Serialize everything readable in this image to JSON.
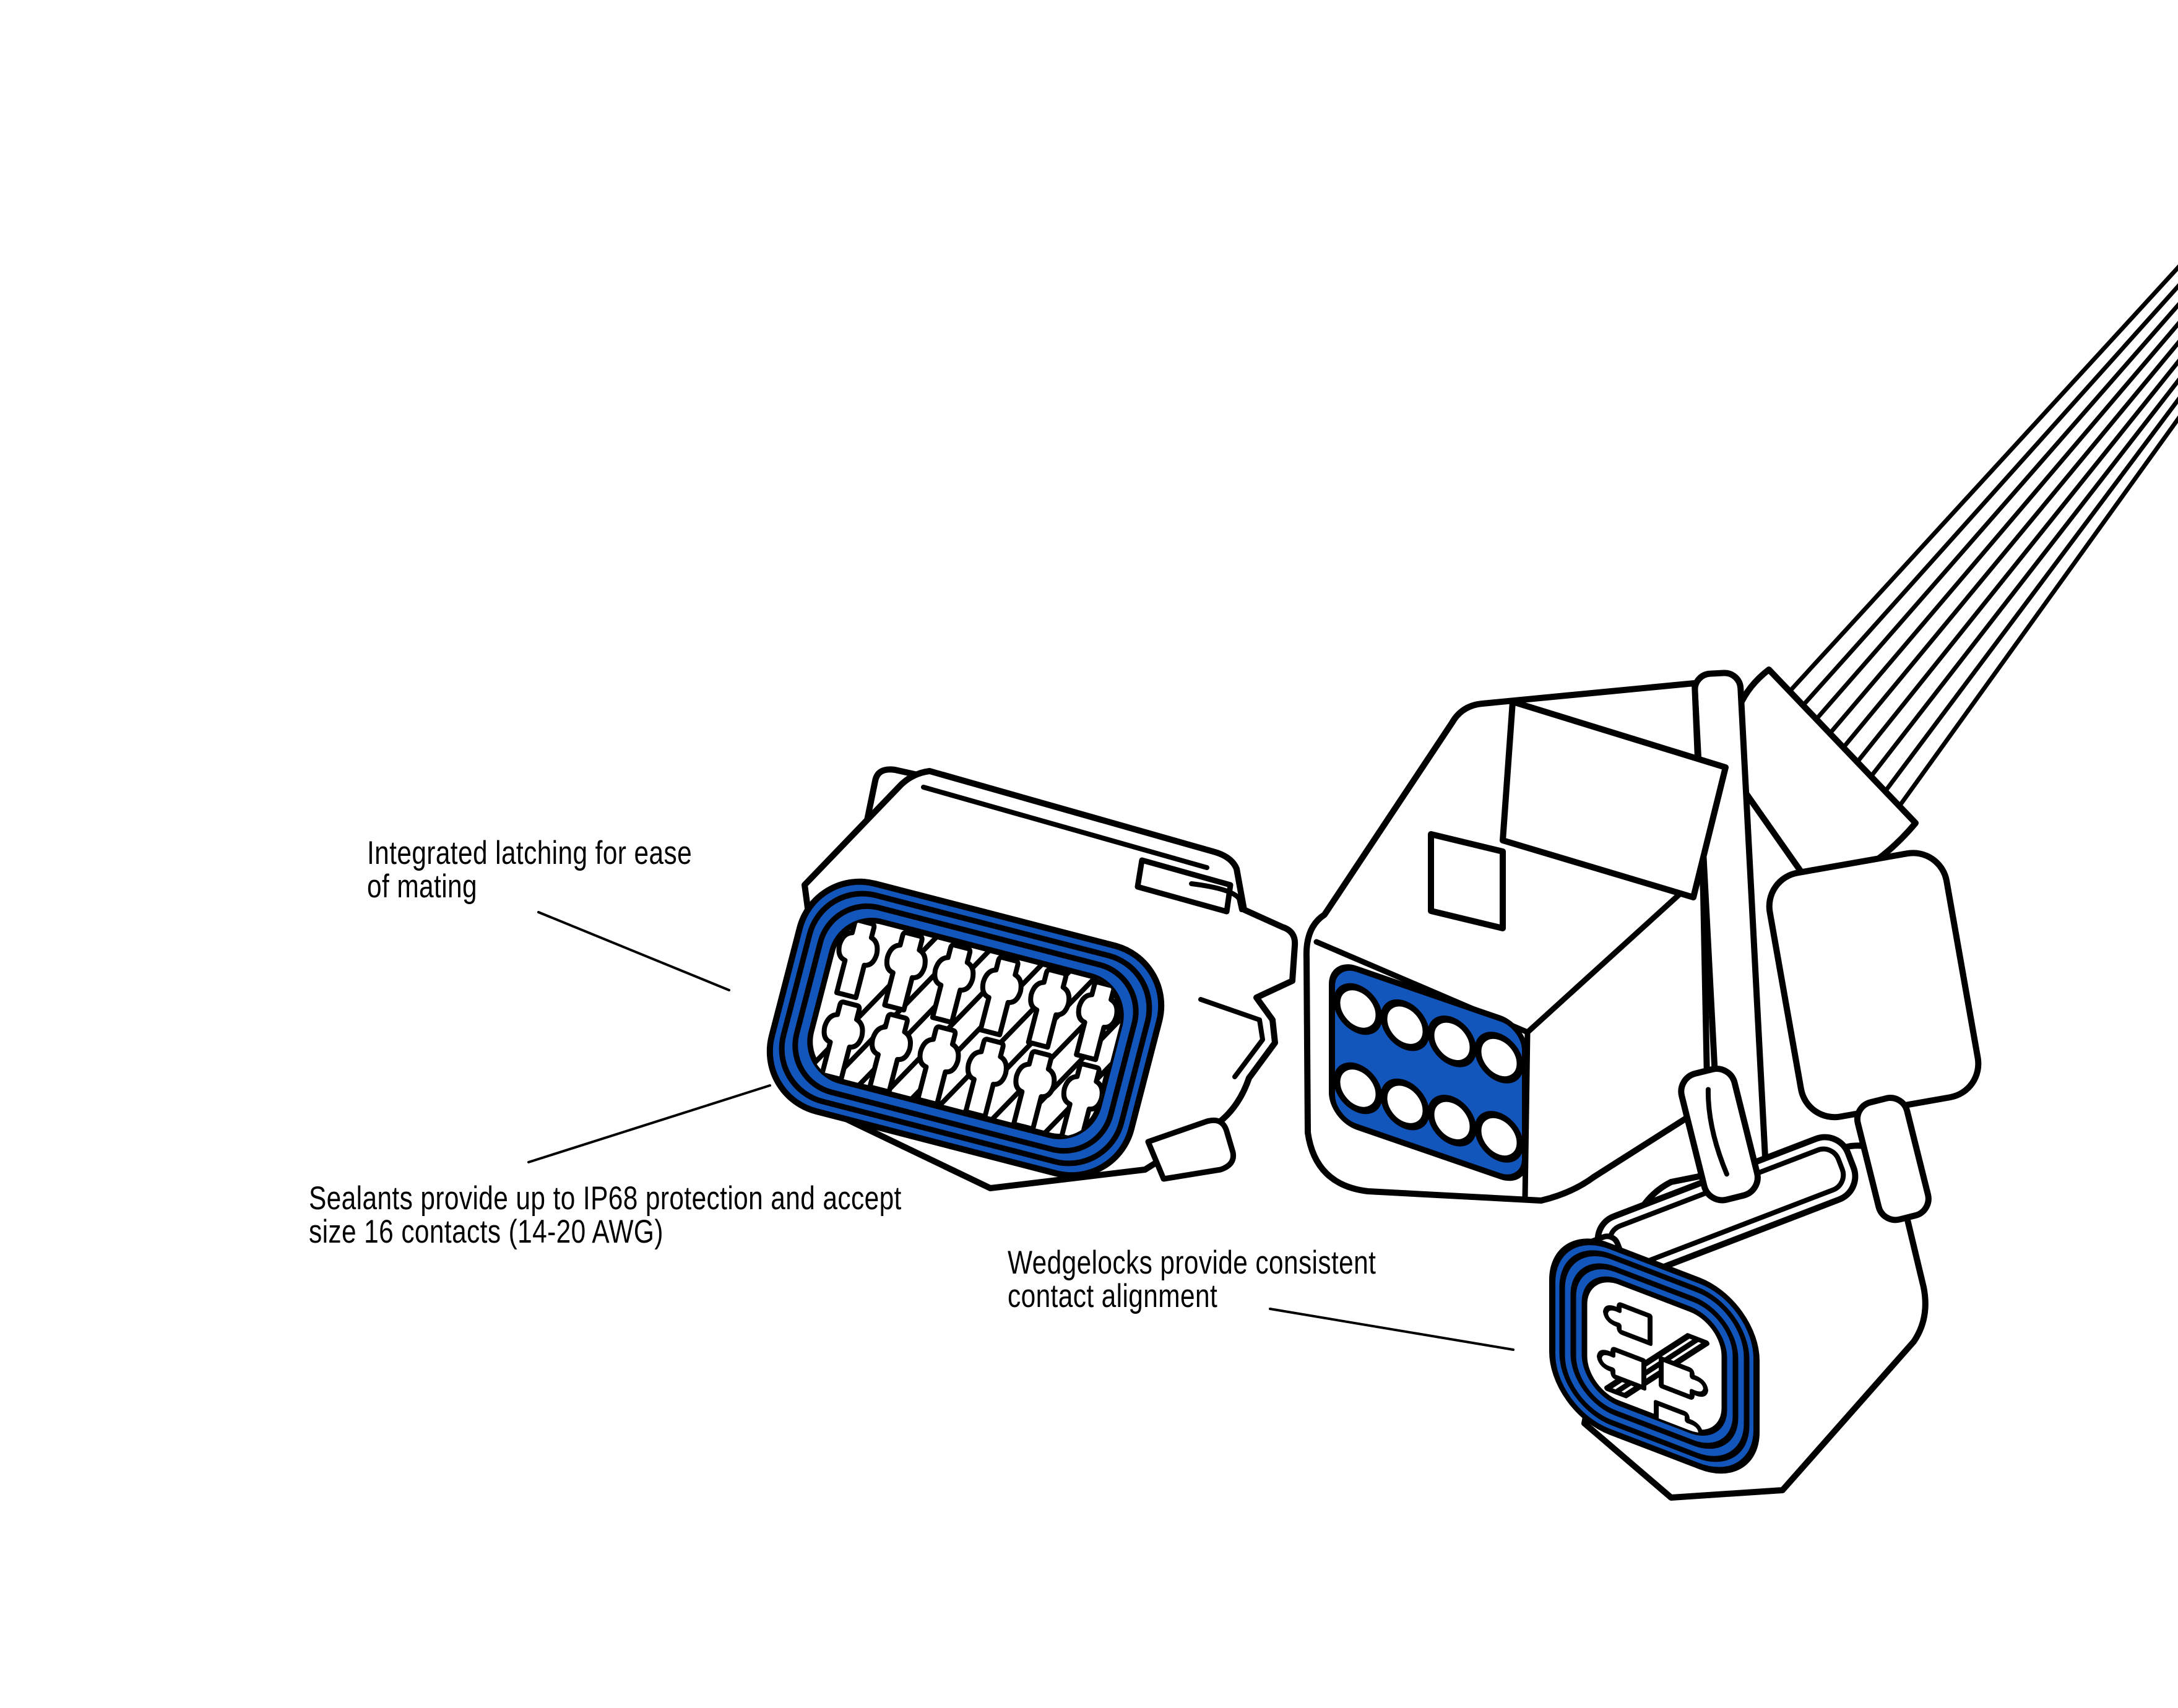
{
  "figure": {
    "background_color": "#ffffff",
    "line_color": "#000000",
    "accent_blue": "#1256BC",
    "description_parts": {
      "plug_connector": "12-pin plug with blue seal ring",
      "receptacle_connector": "8-socket receptacle with blue sealant face and wire bundle",
      "wedgelock_connector": "4-position connector front with blue seal and wedgelock"
    }
  },
  "annotations": [
    {
      "id": "latching",
      "line1": "Integrated latching for ease",
      "line2": "of mating"
    },
    {
      "id": "sealants",
      "line1": "Sealants provide up to IP68 protection and accept",
      "line2": "size 16 contacts (14-20 AWG)"
    },
    {
      "id": "wedgelocks",
      "line1": "Wedgelocks provide consistent",
      "line2": "contact alignment"
    }
  ]
}
